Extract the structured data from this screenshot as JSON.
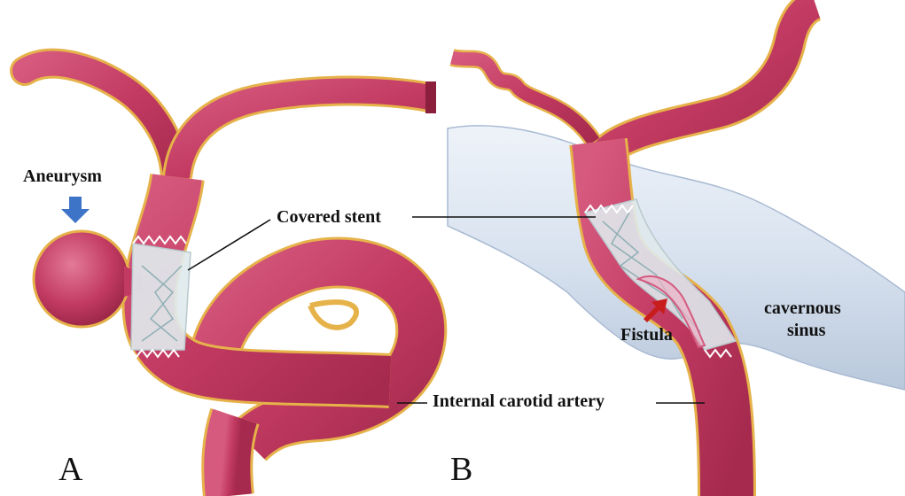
{
  "panels": {
    "a": {
      "letter": "A"
    },
    "b": {
      "letter": "B"
    }
  },
  "labels": {
    "aneurysm": "Aneurysm",
    "covered_stent": "Covered stent",
    "internal_carotid_artery": "Internal carotid artery",
    "fistula": "Fistula",
    "cavernous_sinus_line1": "cavernous",
    "cavernous_sinus_line2": "sinus"
  },
  "colors": {
    "artery": "#c23a62",
    "artery_edge": "#e6b24a",
    "artery_dark": "#8c1f3c",
    "sinus": "#dbe5f1",
    "sinus_edge": "#a9bad2",
    "stent": "#d9e6e8",
    "aneurysm_arrow": "#3d74c8",
    "fistula_arrow": "#c81d1d"
  }
}
